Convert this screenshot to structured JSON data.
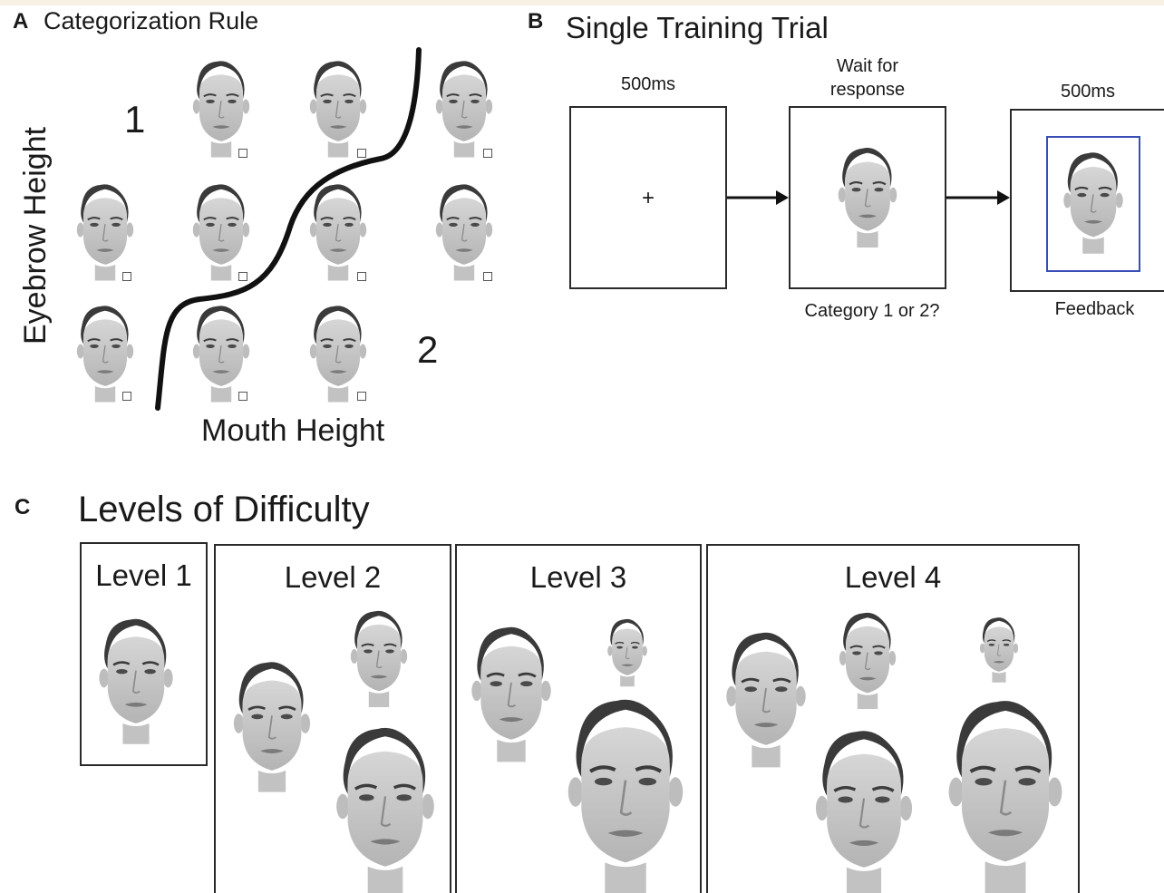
{
  "panelA": {
    "letter": "A",
    "title": "Categorization Rule",
    "y_axis_label": "Eyebrow Height",
    "x_axis_label": "Mouth Height",
    "category_1_label": "1",
    "category_2_label": "2"
  },
  "panelB": {
    "letter": "B",
    "title": "Single Training Trial",
    "step1": {
      "duration": "500ms",
      "content": "+"
    },
    "step2": {
      "duration_line1": "Wait for",
      "duration_line2": "response",
      "caption": "Category 1 or 2?"
    },
    "step3": {
      "duration": "500ms",
      "caption": "Feedback"
    },
    "feedback_frame_color": "#3a4fb5"
  },
  "panelC": {
    "letter": "C",
    "title": "Levels of Difficulty",
    "levels": [
      {
        "label": "Level 1"
      },
      {
        "label": "Level 2"
      },
      {
        "label": "Level 3"
      },
      {
        "label": "Level 4"
      }
    ]
  }
}
